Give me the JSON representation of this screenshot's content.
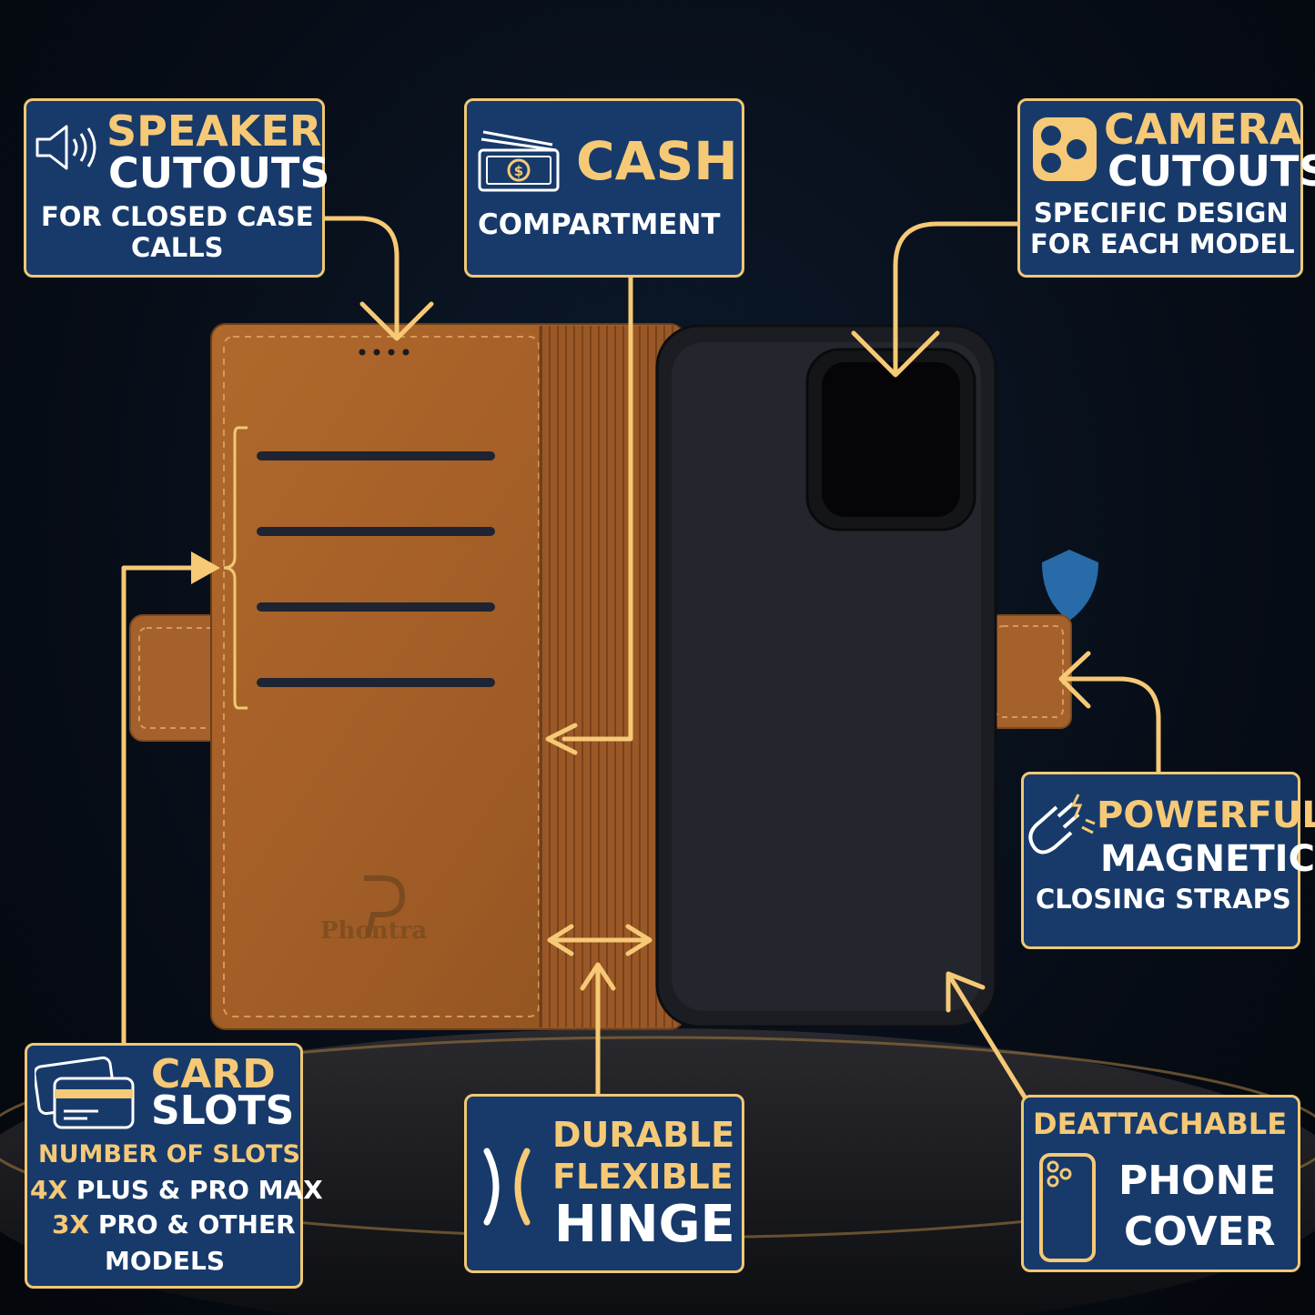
{
  "features": {
    "speaker": {
      "title1": "SPEAKER",
      "title2": "CUTOUTS",
      "line1": "FOR CLOSED CASE",
      "line2": "CALLS",
      "icon": "speaker-icon"
    },
    "cash": {
      "title": "CASH",
      "line1": "COMPARTMENT",
      "icon": "cash-icon"
    },
    "camera": {
      "title1": "CAMERA",
      "title2": "CUTOUTS",
      "line1": "SPECIFIC DESIGN",
      "line2": "FOR EACH MODEL",
      "icon": "camera-icon"
    },
    "magnetic": {
      "title1": "POWERFUL",
      "title2": "MAGNETIC",
      "line1": "CLOSING STRAPS",
      "icon": "magnet-icon"
    },
    "card": {
      "title1": "CARD",
      "title2": "SLOTS",
      "line1": "NUMBER OF SLOTS",
      "line2_count": "4X",
      "line2_rest": " PLUS & PRO MAX",
      "line3_count": "3X",
      "line3_rest": " PRO & OTHER",
      "line4": "MODELS",
      "icon": "card-icon"
    },
    "hinge": {
      "title1": "DURABLE",
      "title2": "FLEXIBLE",
      "title3": "HINGE",
      "icon": "hinge-icon"
    },
    "cover": {
      "title1": "DEATTACHABLE",
      "title2": "PHONE",
      "title3": "COVER",
      "icon": "phone-icon"
    }
  },
  "product": {
    "brand": "Phontra"
  },
  "colors": {
    "accent": "#f0c874",
    "box": "#173a6b",
    "leather": "#a8642b",
    "background": "#070d17"
  }
}
